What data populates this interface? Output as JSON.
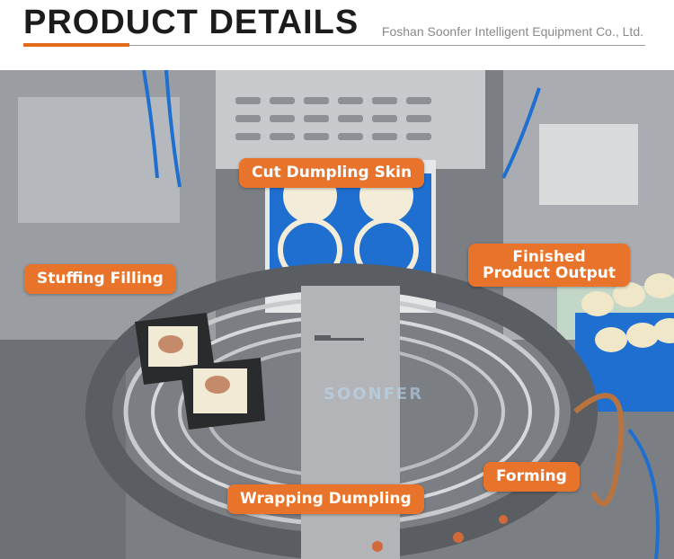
{
  "header": {
    "title": "PRODUCT DETAILS",
    "company": "Foshan Soonfer Intelligent Equipment Co., Ltd."
  },
  "labels": {
    "cut_skin": "Cut Dumpling Skin",
    "stuffing": "Stuffing Filling",
    "finished_line1": "Finished",
    "finished_line2": "Product Output",
    "forming": "Forming",
    "wrapping": "Wrapping Dumpling"
  },
  "watermark": {
    "logo_text": "SOONFER"
  },
  "colors": {
    "accent": "#e06b1a",
    "label_bg": "#e8742b",
    "belt_blue": "#1f6fd1"
  }
}
